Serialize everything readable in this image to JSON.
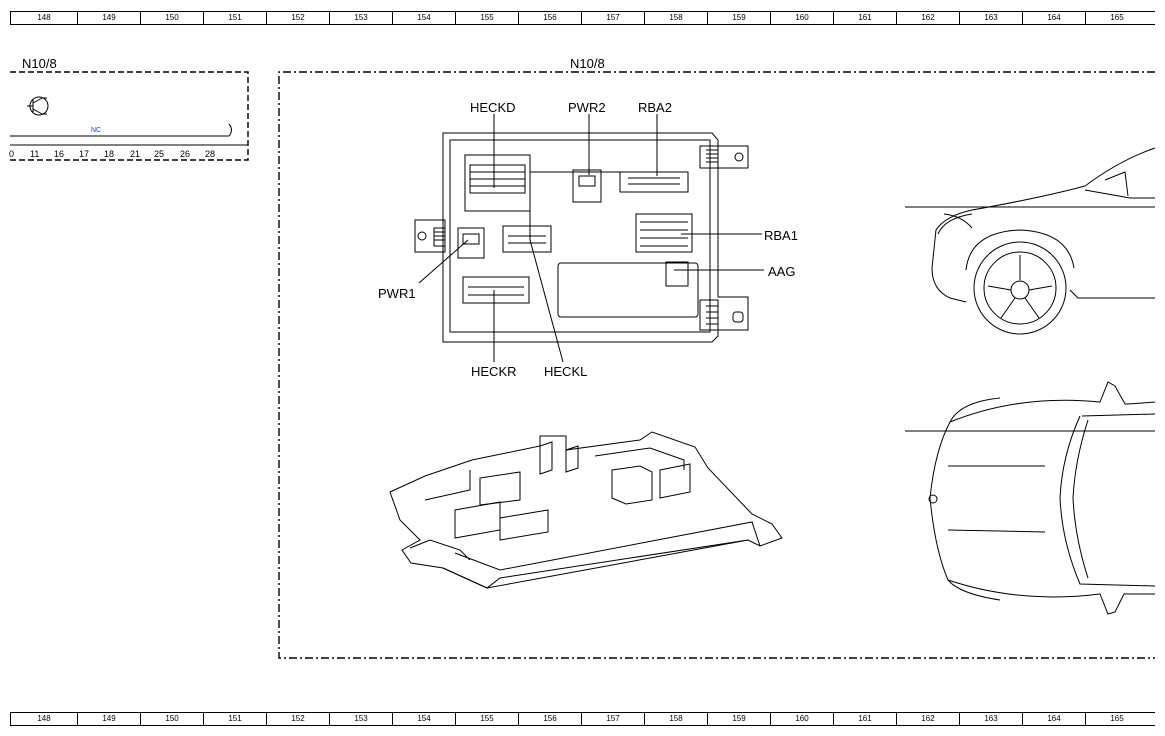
{
  "ruler": {
    "top": [
      "148",
      "149",
      "150",
      "151",
      "152",
      "153",
      "154",
      "155",
      "156",
      "157",
      "158",
      "159",
      "160",
      "161",
      "162",
      "163",
      "164",
      "165"
    ],
    "bottom": [
      "148",
      "149",
      "150",
      "151",
      "152",
      "153",
      "154",
      "155",
      "156",
      "157",
      "158",
      "159",
      "160",
      "161",
      "162",
      "163",
      "164",
      "165"
    ]
  },
  "left_panel": {
    "title": "N10/8",
    "nc_label": "NC",
    "pins": [
      "0",
      "11",
      "16",
      "17",
      "18",
      "21",
      "25",
      "26",
      "28"
    ]
  },
  "main_panel": {
    "title": "N10/8",
    "connectors": {
      "heckd": "HECKD",
      "pwr2": "PWR2",
      "rba2": "RBA2",
      "rba1": "RBA1",
      "aag": "AAG",
      "pwr1": "PWR1",
      "heckr": "HECKR",
      "heckl": "HECKL"
    }
  },
  "colors": {
    "line": "#000000",
    "nc": "#1a3cd6"
  }
}
